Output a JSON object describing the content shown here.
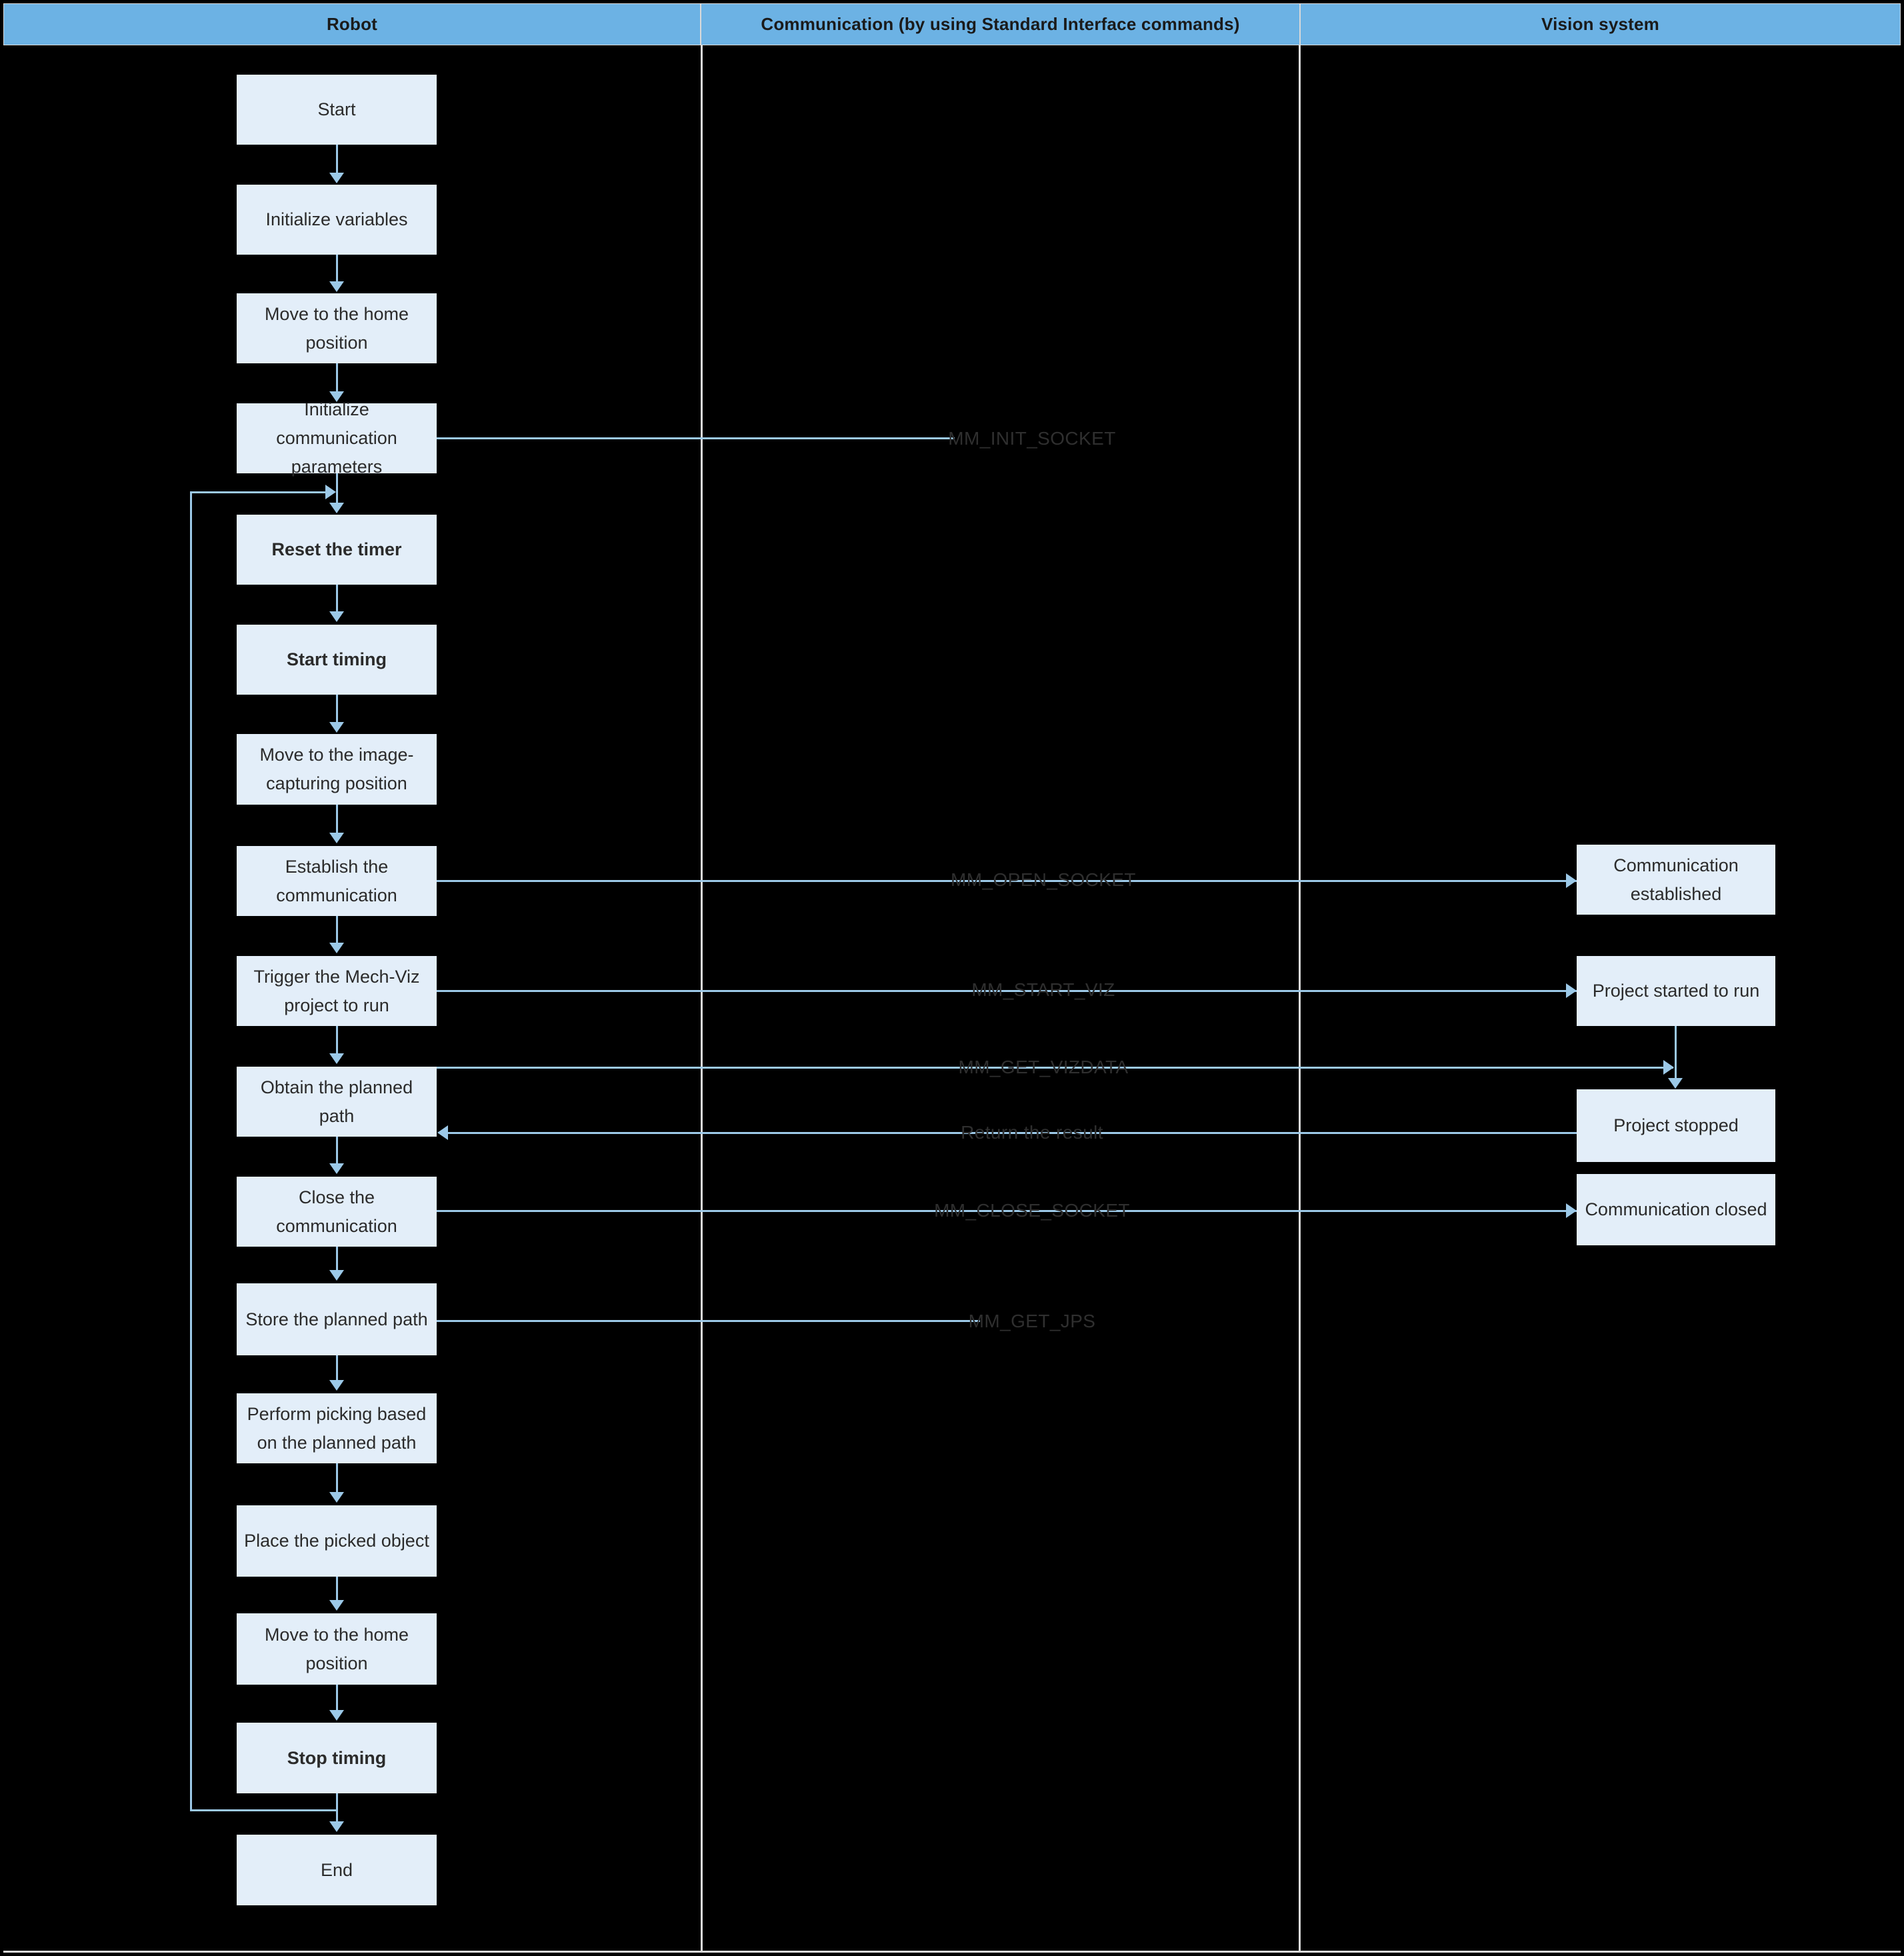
{
  "lanes": [
    {
      "id": "robot",
      "title": "Robot"
    },
    {
      "id": "communication",
      "title": "Communication (by using Standard Interface commands)"
    },
    {
      "id": "vision",
      "title": "Vision system"
    }
  ],
  "colors": {
    "lane_header_fill": "#6cb2e4",
    "lane_border": "#d9d9d9",
    "node_fill": "#e3eef9",
    "connector": "#9cc9e8",
    "background": "#000000",
    "node_text": "#2b2b2b",
    "message_text": "#2f2f2f"
  },
  "robot_nodes": [
    {
      "id": "start",
      "label": "Start",
      "bold": false
    },
    {
      "id": "init-variables",
      "label": "Initialize variables",
      "bold": false
    },
    {
      "id": "move-home-1",
      "label": "Move to the home position",
      "bold": false
    },
    {
      "id": "init-comm-params",
      "label": "Initialize communication parameters",
      "bold": false
    },
    {
      "id": "reset-timer",
      "label": "Reset the timer",
      "bold": true
    },
    {
      "id": "start-timing",
      "label": "Start timing",
      "bold": true
    },
    {
      "id": "move-capture",
      "label": "Move to the image-capturing position",
      "bold": false
    },
    {
      "id": "establish-comm",
      "label": "Establish the communication",
      "bold": false
    },
    {
      "id": "trigger-mechviz",
      "label": "Trigger the Mech-Viz project to run",
      "bold": false
    },
    {
      "id": "obtain-path",
      "label": "Obtain the planned path",
      "bold": false
    },
    {
      "id": "close-comm",
      "label": "Close the communication",
      "bold": false
    },
    {
      "id": "store-path",
      "label": "Store the planned path",
      "bold": false
    },
    {
      "id": "perform-picking",
      "label": "Perform picking based on the planned path",
      "bold": false
    },
    {
      "id": "place-object",
      "label": "Place the picked object",
      "bold": false
    },
    {
      "id": "move-home-2",
      "label": "Move to the home position",
      "bold": false
    },
    {
      "id": "stop-timing",
      "label": "Stop timing",
      "bold": true
    },
    {
      "id": "end",
      "label": "End",
      "bold": false
    }
  ],
  "vision_nodes": [
    {
      "id": "comm-established",
      "label": "Communication established"
    },
    {
      "id": "project-started",
      "label": "Project started to run"
    },
    {
      "id": "project-stopped",
      "label": "Project stopped"
    },
    {
      "id": "comm-closed",
      "label": "Communication closed"
    }
  ],
  "messages": [
    {
      "id": "mm-init-socket",
      "label": "MM_INIT_SOCKET"
    },
    {
      "id": "mm-open-socket",
      "label": "MM_OPEN_SOCKET"
    },
    {
      "id": "mm-start-viz",
      "label": "MM_START_VIZ"
    },
    {
      "id": "mm-get-vizdata",
      "label": "MM_GET_VIZDATA"
    },
    {
      "id": "return-the-result",
      "label": "Return the result"
    },
    {
      "id": "mm-close-socket",
      "label": "MM_CLOSE_SOCKET"
    },
    {
      "id": "mm-get-jps",
      "label": "MM_GET_JPS"
    }
  ]
}
